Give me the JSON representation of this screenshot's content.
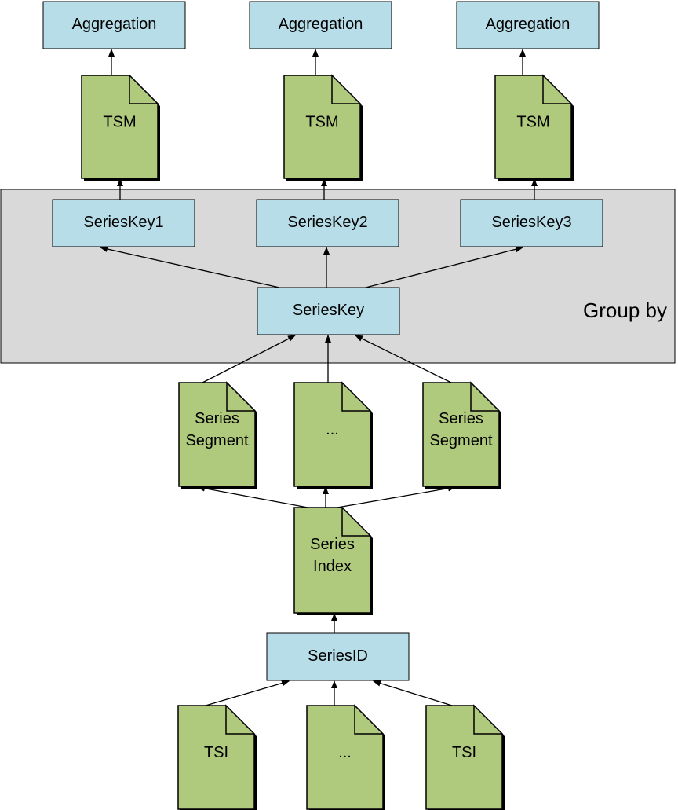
{
  "group_label": "Group by",
  "nodes": {
    "agg1": {
      "label": "Aggregation",
      "kind": "box"
    },
    "agg2": {
      "label": "Aggregation",
      "kind": "box"
    },
    "agg3": {
      "label": "Aggregation",
      "kind": "box"
    },
    "tsm1": {
      "label": "TSM",
      "kind": "document"
    },
    "tsm2": {
      "label": "TSM",
      "kind": "document"
    },
    "tsm3": {
      "label": "TSM",
      "kind": "document"
    },
    "sk1": {
      "label": "SeriesKey1",
      "kind": "box"
    },
    "sk2": {
      "label": "SeriesKey2",
      "kind": "box"
    },
    "sk3": {
      "label": "SeriesKey3",
      "kind": "box"
    },
    "sk": {
      "label": "SeriesKey",
      "kind": "box"
    },
    "seg1": {
      "label": [
        "Series",
        "Segment"
      ],
      "kind": "document"
    },
    "seg2": {
      "label": "...",
      "kind": "document"
    },
    "seg3": {
      "label": [
        "Series",
        "Segment"
      ],
      "kind": "document"
    },
    "idx": {
      "label": [
        "Series",
        "Index"
      ],
      "kind": "document"
    },
    "sid": {
      "label": "SeriesID",
      "kind": "box"
    },
    "tsi1": {
      "label": "TSI",
      "kind": "document"
    },
    "tsi2": {
      "label": "...",
      "kind": "document"
    },
    "tsi3": {
      "label": "TSI",
      "kind": "document"
    }
  },
  "edges": [
    {
      "from": "tsi1",
      "to": "sid"
    },
    {
      "from": "tsi2",
      "to": "sid"
    },
    {
      "from": "tsi3",
      "to": "sid"
    },
    {
      "from": "sid",
      "to": "idx"
    },
    {
      "from": "idx",
      "to": "seg1"
    },
    {
      "from": "idx",
      "to": "seg2"
    },
    {
      "from": "idx",
      "to": "seg3"
    },
    {
      "from": "seg1",
      "to": "sk"
    },
    {
      "from": "seg2",
      "to": "sk"
    },
    {
      "from": "seg3",
      "to": "sk"
    },
    {
      "from": "sk",
      "to": "sk1"
    },
    {
      "from": "sk",
      "to": "sk2"
    },
    {
      "from": "sk",
      "to": "sk3"
    },
    {
      "from": "sk1",
      "to": "tsm1"
    },
    {
      "from": "sk2",
      "to": "tsm2"
    },
    {
      "from": "sk3",
      "to": "tsm3"
    },
    {
      "from": "tsm1",
      "to": "agg1"
    },
    {
      "from": "tsm2",
      "to": "agg2"
    },
    {
      "from": "tsm3",
      "to": "agg3"
    }
  ]
}
